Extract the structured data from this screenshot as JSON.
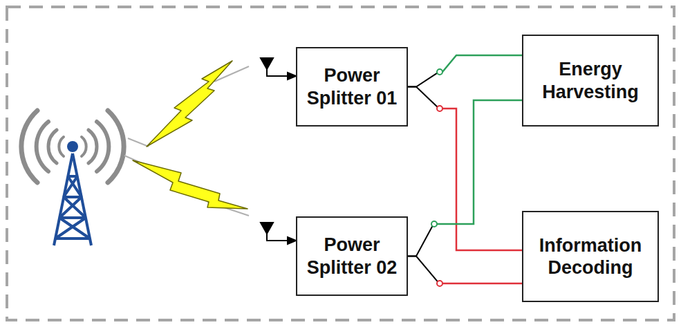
{
  "diagram": {
    "nodes": [
      {
        "text": [
          "Power Splitter 01"
        ]
      },
      {
        "text": [
          "Power Splitter 02"
        ]
      },
      {
        "text": [
          "Energy Harvesting"
        ]
      },
      {
        "text": [
          "Information Decoding"
        ]
      }
    ],
    "edges": [
      {
        "from": 0,
        "to": 2,
        "arrow": "none"
      },
      {
        "from": 0,
        "to": 3,
        "arrow": "none"
      },
      {
        "from": 1,
        "to": 2,
        "arrow": "none"
      },
      {
        "from": 1,
        "to": 3,
        "arrow": "none"
      }
    ]
  }
}
